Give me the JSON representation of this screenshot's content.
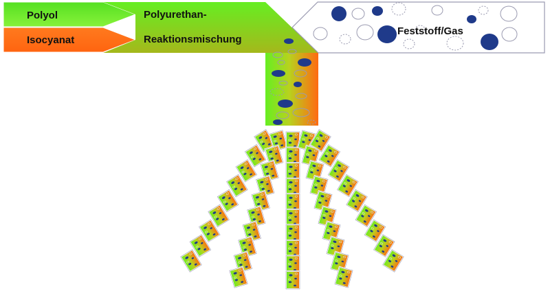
{
  "labels": {
    "polyol": "Polyol",
    "isocyanat": "Isocyanat",
    "mixture_line1": "Polyurethan-",
    "mixture_line2": "Reaktionsmischung",
    "solid_gas": "Feststoff/Gas"
  },
  "colors": {
    "green": "#66ee22",
    "orange": "#ff6a12",
    "navy": "#1f3a8a",
    "box_border": "#a8a8b8",
    "outline": "#9a9ab0"
  }
}
